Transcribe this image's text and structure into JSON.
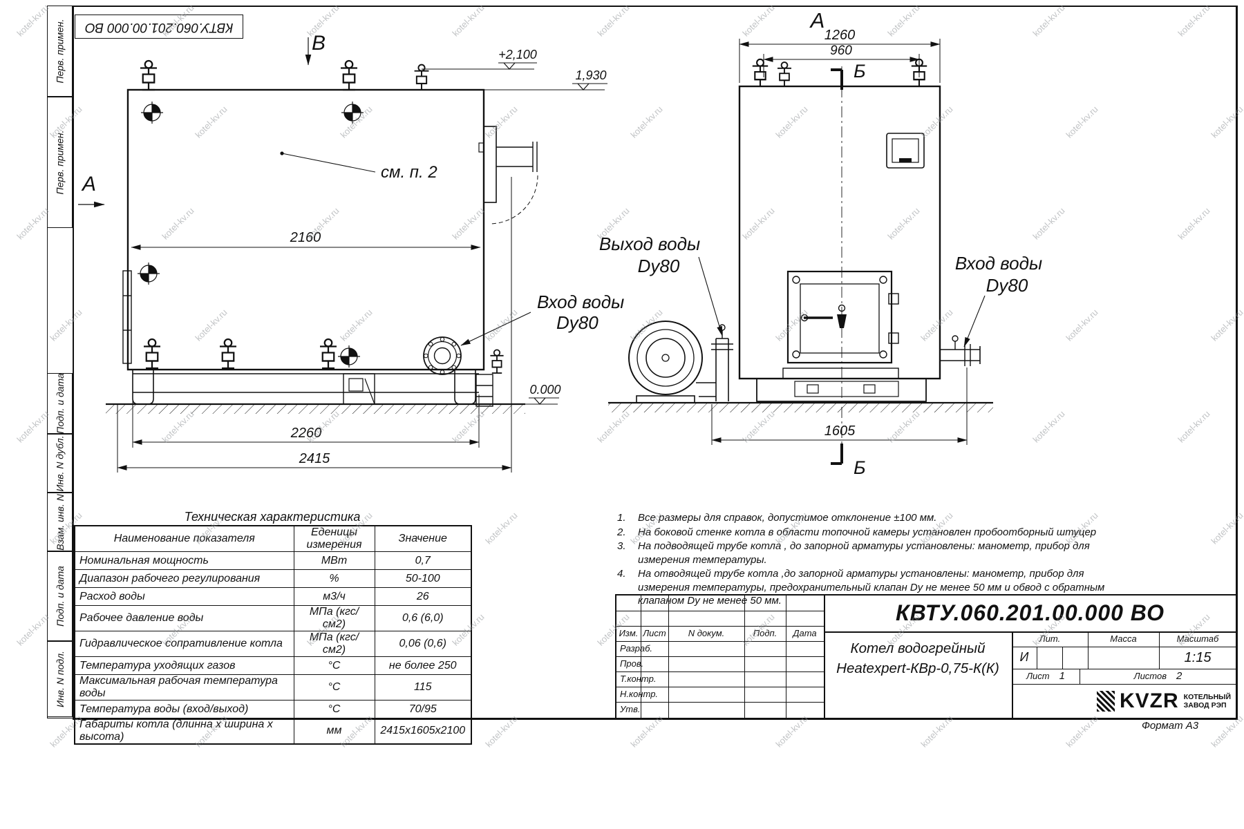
{
  "watermark": "kotel-kv.ru",
  "frame": {
    "stamp_top": "КВТУ.060.201.00.000  ВО",
    "format_note": "Формат  А3",
    "sidebar_labels": [
      "Перв. примен.",
      "Перв. примен.",
      "Подп. и дата",
      "Инв. N дубл.",
      "Взам. инв. N",
      "Подп. и дата",
      "Инв. N подл."
    ]
  },
  "views": {
    "left": {
      "label_b": "В",
      "label_a": "А",
      "callout": "см. п. 2",
      "dim_inner": "2160",
      "dim_base": "2260",
      "dim_total": "2415",
      "elev_valves": "+2,100",
      "elev_top": "1,930",
      "elev_zero": "0.000",
      "inlet": "Вход воды",
      "inlet_dn": "Dy80"
    },
    "front": {
      "label_a": "А",
      "label_b_top": "Б",
      "label_b_bottom": "Б",
      "dim_total": "1260",
      "dim_inner": "960",
      "dim_depth": "1605",
      "outlet": "Выход воды",
      "outlet_dn": "Dy80",
      "inlet": "Вход воды",
      "inlet_dn": "Dy80"
    }
  },
  "tech_table": {
    "title": "Техническая характеристика",
    "headers": [
      "Наименование показателя",
      "Еденицы измерения",
      "Значение"
    ],
    "rows": [
      {
        "name": "Номинальная мощность",
        "unit": "МВт",
        "value": "0,7"
      },
      {
        "name": "Диапазон рабочего регулирования",
        "unit": "%",
        "value": "50-100"
      },
      {
        "name": "Расход воды",
        "unit": "м3/ч",
        "value": "26"
      },
      {
        "name": "Рабочее давление воды",
        "unit": "МПа (кгс/см2)",
        "value": "0,6 (6,0)"
      },
      {
        "name": "Гидравлическое сопративление котла",
        "unit": "МПа (кгс/см2)",
        "value": "0,06 (0,6)"
      },
      {
        "name": "Температура уходящих газов",
        "unit": "°С",
        "value": "не более 250"
      },
      {
        "name": "Максимальная рабочая температура воды",
        "unit": "°С",
        "value": "115"
      },
      {
        "name": "Температура воды (вход/выход)",
        "unit": "°С",
        "value": "70/95"
      },
      {
        "name": "Габариты котла (длинна х ширина х высота)",
        "unit": "мм",
        "value": "2415х1605х2100"
      }
    ]
  },
  "notes": [
    {
      "num": "1.",
      "text": "Все размеры для справок, допустимое отклонение  ±100 мм."
    },
    {
      "num": "2.",
      "text": "На боковой стенке котла в области топочной камеры установлен пробоотборный штуцер"
    },
    {
      "num": "3.",
      "text": "На  подводящей трубе котла , до запорной арматуры установлены: манометр, прибор для измерения температуры."
    },
    {
      "num": "4.",
      "text": "На отводящей трубе котла ,до запорной арматуры установлены: манометр, прибор для измерения температуры, предохранительный клапан  Dу не менее  50 мм и обвод с обратным клапаном  Dу не менее  50 мм."
    }
  ],
  "title_block": {
    "doc_number": "КВТУ.060.201.00.000  ВО",
    "product_line1": "Котел водогрейный",
    "product_line2": "Heatexpert-КВр-0,75-К(К)",
    "cols": [
      "Изм.",
      "Лист",
      "N докум.",
      "Подп.",
      "Дата"
    ],
    "roles": [
      "Разраб.",
      "Пров.",
      "Т.контр.",
      "Н.контр.",
      "Утв."
    ],
    "lit_label": "Лит.",
    "lit_value": "И",
    "mass_label": "Масса",
    "scale_label": "Масштаб",
    "scale_value": "1:15",
    "sheet_label": "Лист",
    "sheet_value": "1",
    "sheets_label": "Листов",
    "sheets_value": "2",
    "logo_text": "KVZR",
    "logo_line1": "КОТЕЛЬНЫЙ",
    "logo_line2": "ЗАВОД РЭП"
  }
}
